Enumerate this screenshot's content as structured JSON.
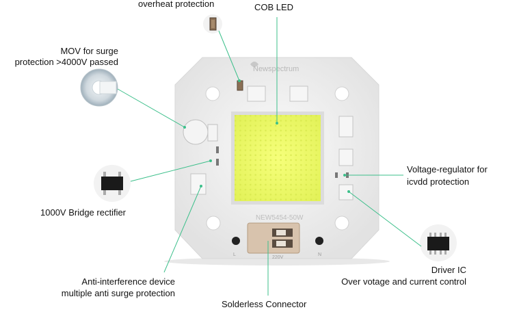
{
  "title": "COB LED",
  "labels": {
    "overheat": "overheat protection",
    "mov_line1": "MOV for surge",
    "mov_line2": "protection >4000V passed",
    "bridge": "1000V Bridge rectifier",
    "anti_line1": "Anti-interference device",
    "anti_line2": "multiple anti surge protection",
    "connector": "Solderless Connector",
    "voltage_line1": "Voltage-regulator for",
    "voltage_line2": "icvdd protection",
    "driver_line1": "Driver IC",
    "driver_line2": "Over votage and current control"
  },
  "board": {
    "brand": "Newspectrum",
    "model": "NEW5454-50W",
    "voltage": "220V",
    "pin_left": "L",
    "pin_right": "N"
  },
  "colors": {
    "leader_line": "#3bbf8a",
    "pcb": "#eeeeee",
    "led_chip": "#ecf86a",
    "connector": "#d8c3ad"
  }
}
